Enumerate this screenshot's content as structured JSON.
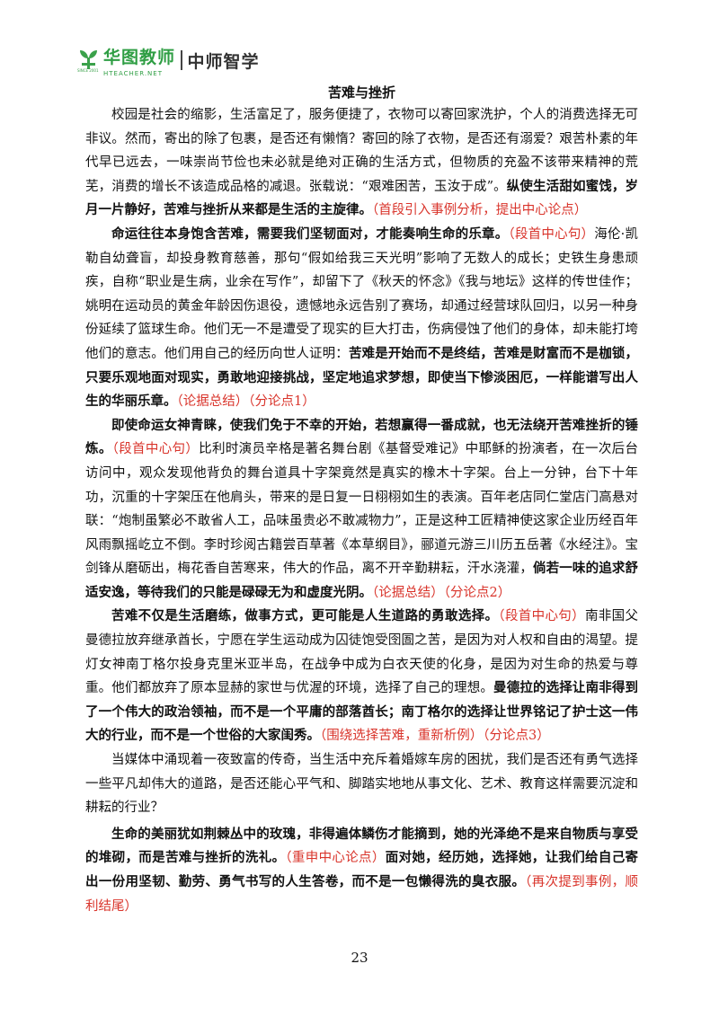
{
  "header": {
    "brand_cn": "华图教师",
    "brand_en": "HTEACHER.NET",
    "brand_since": "SINCE 2001",
    "brand_cn_2": "中师智学"
  },
  "title": "苦难与挫折",
  "paragraphs": [
    [
      {
        "t": "校园是社会的缩影，生活富足了，服务便捷了，衣物可以寄回家洗护，个人的消费选择无可非议。然而，寄出的除了包裹，是否还有懒惰？寄回的除了衣物，是否还有溺爱？艰苦朴素的年代早已远去，一味崇尚节俭也未必就是绝对正确的生活方式，但物质的充盈不该带来精神的荒芜，消费的增长不该造成品格的减退。张载说：“艰难困苦，玉汝于成”。",
        "s": "n"
      },
      {
        "t": "纵使生活甜如蜜饯，岁月一片静好，苦难与挫折从来都是生活的主旋律。",
        "s": "b"
      },
      {
        "t": "（首段引入事例分析，提出中心论点）",
        "s": "r"
      }
    ],
    [
      {
        "t": "命运往往本身饱含苦难，需要我们坚韧面对，才能奏响生命的乐章。",
        "s": "b"
      },
      {
        "t": "（段首中心句）",
        "s": "r"
      },
      {
        "t": "海伦·凯勒自幼聋盲，却投身教育慈善，那句“假如给我三天光明”影响了无数人的成长；史铁生身患顽疾，自称“职业是生病，业余在写作”，却留下了《秋天的怀念》《我与地坛》这样的传世佳作；姚明在运动员的黄金年龄因伤退役，遗憾地永远告别了赛场，却通过经营球队回归，以另一种身份延续了篮球生命。他们无一不是遭受了现实的巨大打击，伤病侵蚀了他们的身体，却未能打垮他们的意志。他们用自己的经历向世人证明：",
        "s": "n"
      },
      {
        "t": "苦难是开始而不是终结，苦难是财富而不是枷锁，只要乐观地面对现实，勇敢地迎接挑战，坚定地追求梦想，即使当下惨淡困厄，一样能谱写出人生的华丽乐章。",
        "s": "b"
      },
      {
        "t": "（论据总结）（分论点1）",
        "s": "r"
      }
    ],
    [
      {
        "t": "即使命运女神青睐，使我们免于不幸的开始，若想赢得一番成就，也无法绕开苦难挫折的锤炼。",
        "s": "b"
      },
      {
        "t": "（段首中心句）",
        "s": "r"
      },
      {
        "t": "比利时演员辛格是著名舞台剧《基督受难记》中耶稣的扮演者，在一次后台访问中，观众发现他背负的舞台道具十字架竟然是真实的橡木十字架。台上一分钟，台下十年功，沉重的十字架压在他肩头，带来的是日复一日栩栩如生的表演。百年老店同仁堂店门高悬对联：“炮制虽繁必不敢省人工，品味虽贵必不敢减物力”，正是这种工匠精神使这家企业历经百年风雨飘摇屹立不倒。李时珍阅古籍尝百草著《本草纲目》，郦道元游三川历五岳著《水经注》。宝剑锋从磨砺出，梅花香自苦寒来，伟大的作品，离不开辛勤耕耘，汗水浇灌，",
        "s": "n"
      },
      {
        "t": "倘若一味的追求舒适安逸，等待我们的只能是碌碌无为和虚度光阴。",
        "s": "b"
      },
      {
        "t": "（论据总结）（分论点2）",
        "s": "r"
      }
    ],
    [
      {
        "t": "苦难不仅是生活磨练，做事方式，更可能是人生道路的勇敢选择。",
        "s": "b"
      },
      {
        "t": "（段首中心句）",
        "s": "r"
      },
      {
        "t": "南非国父曼德拉放弃继承酋长，宁愿在学生运动成为囚徒饱受囹圄之苦，是因为对人权和自由的渴望。提灯女神南丁格尔投身克里米亚半岛，在战争中成为白衣天使的化身，是因为对生命的热爱与尊重。他们都放弃了原本显赫的家世与优渥的环境，选择了自己的理想。",
        "s": "n"
      },
      {
        "t": "曼德拉的选择让南非得到了一个伟大的政治领袖，而不是一个平庸的部落酋长；南丁格尔的选择让世界铭记了护士这一伟大的行业，而不是一个世俗的大家闺秀。",
        "s": "b"
      },
      {
        "t": "（围绕选择苦难，重新析例）（分论点3）",
        "s": "r"
      }
    ],
    [
      {
        "t": "当媒体中涌现着一夜致富的传奇，当生活中充斥着婚嫁车房的困扰，我们是否还有勇气选择一些平凡却伟大的道路，是否还能心平气和、脚踏实地地从事文化、艺术、教育这样需要沉淀和耕耘的行业？",
        "s": "n"
      }
    ],
    [
      {
        "t": "生命的美丽犹如荆棘丛中的玫瑰，非得遍体鳞伤才能摘到，她的光泽绝不是来自物质与享受的堆砌，而是苦难与挫折的洗礼。",
        "s": "b"
      },
      {
        "t": "（重申中心论点）",
        "s": "r"
      },
      {
        "t": "面对她，经历她，选择她，让我们给自己寄出一份用坚韧、勤劳、勇气书写的人生答卷，而不是一包懒得洗的臭衣服。",
        "s": "b"
      },
      {
        "t": "（再次提到事例，顺利结尾）",
        "s": "r"
      }
    ]
  ],
  "page_number": "23"
}
